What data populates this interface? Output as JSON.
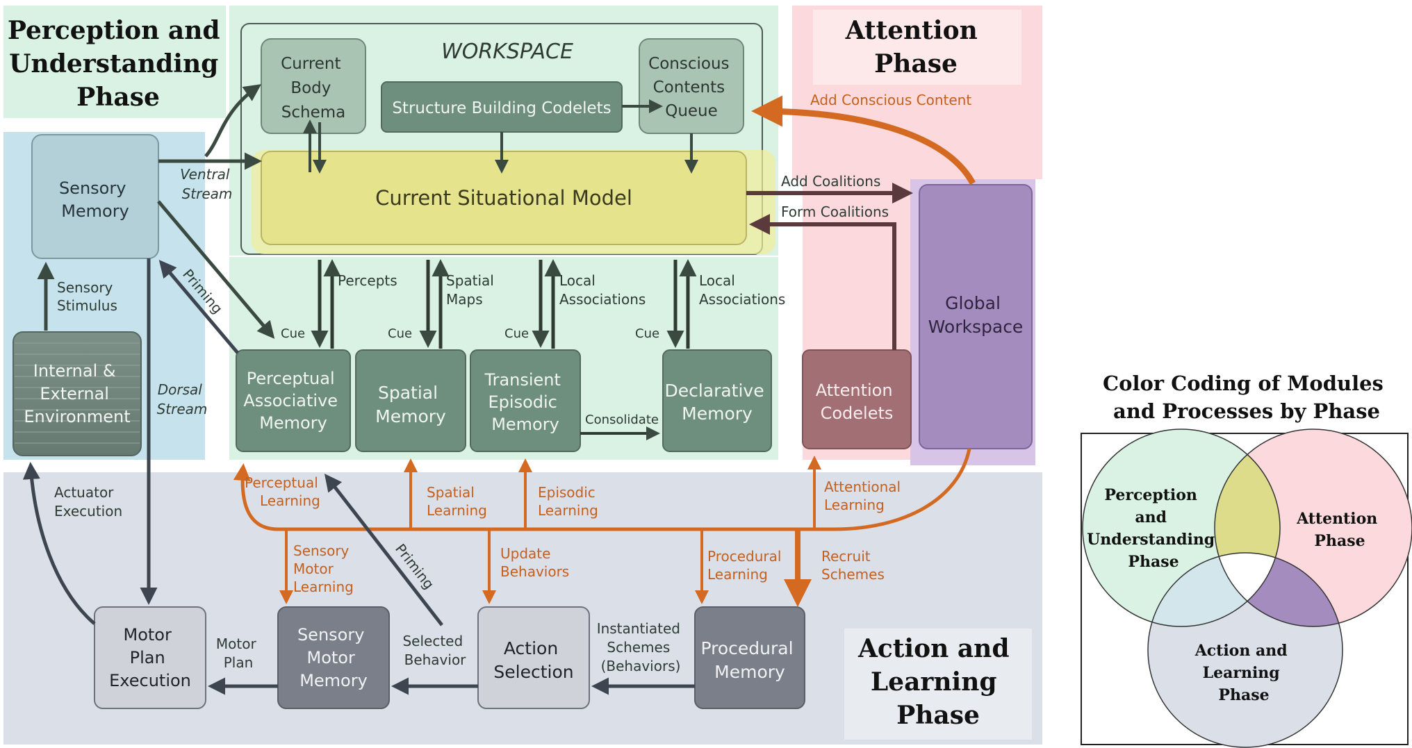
{
  "phases": {
    "perception": [
      "Perception and",
      "Understanding",
      "Phase"
    ],
    "attention": [
      "Attention",
      "Phase"
    ],
    "action": [
      "Action and",
      "Learning",
      "Phase"
    ]
  },
  "workspace": {
    "title": "WORKSPACE"
  },
  "modules": {
    "current_body_schema": [
      "Current",
      "Body",
      "Schema"
    ],
    "structure_building_codelets": [
      "Structure Building Codelets"
    ],
    "conscious_contents_queue": [
      "Conscious",
      "Contents",
      "Queue"
    ],
    "current_situational_model": [
      "Current Situational Model"
    ],
    "sensory_memory": [
      "Sensory",
      "Memory"
    ],
    "environment": [
      "Internal &",
      "External",
      "Environment"
    ],
    "perceptual_associative_memory": [
      "Perceptual",
      "Associative",
      "Memory"
    ],
    "spatial_memory": [
      "Spatial",
      "Memory"
    ],
    "transient_episodic_memory": [
      "Transient",
      "Episodic",
      "Memory"
    ],
    "declarative_memory": [
      "Declarative",
      "Memory"
    ],
    "attention_codelets": [
      "Attention",
      "Codelets"
    ],
    "global_workspace": [
      "Global",
      "Workspace"
    ],
    "motor_plan_execution": [
      "Motor",
      "Plan",
      "Execution"
    ],
    "sensory_motor_memory": [
      "Sensory",
      "Motor",
      "Memory"
    ],
    "action_selection": [
      "Action",
      "Selection"
    ],
    "procedural_memory": [
      "Procedural",
      "Memory"
    ]
  },
  "labels": {
    "ventral_stream": [
      "Ventral",
      "Stream"
    ],
    "dorsal_stream": [
      "Dorsal",
      "Stream"
    ],
    "sensory_stimulus": [
      "Sensory",
      "Stimulus"
    ],
    "priming_upper": "Priming",
    "priming_lower": "Priming",
    "cue_pam": "Cue",
    "cue_spatial": "Cue",
    "cue_tem": "Cue",
    "cue_decl": "Cue",
    "percepts": "Percepts",
    "spatial_maps": [
      "Spatial",
      "Maps"
    ],
    "local_assoc_1": [
      "Local",
      "Associations"
    ],
    "local_assoc_2": [
      "Local",
      "Associations"
    ],
    "consolidate": "Consolidate",
    "add_conscious_content": "Add Conscious Content",
    "add_coalitions": "Add Coalitions",
    "form_coalitions": "Form Coalitions",
    "actuator_execution": [
      "Actuator",
      "Execution"
    ],
    "perceptual_learning": [
      "Perceptual",
      "Learning"
    ],
    "spatial_learning": [
      "Spatial",
      "Learning"
    ],
    "episodic_learning": [
      "Episodic",
      "Learning"
    ],
    "attentional_learning": [
      "Attentional",
      "Learning"
    ],
    "sensory_motor_learning": [
      "Sensory",
      "Motor",
      "Learning"
    ],
    "update_behaviors": [
      "Update",
      "Behaviors"
    ],
    "procedural_learning": [
      "Procedural",
      "Learning"
    ],
    "recruit_schemes": [
      "Recruit",
      "Schemes"
    ],
    "motor_plan": [
      "Motor",
      "Plan"
    ],
    "selected_behavior": [
      "Selected",
      "Behavior"
    ],
    "instantiated_schemes": [
      "Instantiated",
      "Schemes",
      "(Behaviors)"
    ]
  },
  "legend": {
    "title": [
      "Color Coding of Modules",
      "and Processes by Phase"
    ],
    "perception": [
      "Perception",
      "and",
      "Understanding",
      "Phase"
    ],
    "attention": [
      "Attention",
      "Phase"
    ],
    "action": [
      "Action and",
      "Learning",
      "Phase"
    ]
  },
  "colors": {
    "perception_bg": "#d9f2e3",
    "attention_bg": "#fbd9dc",
    "action_bg": "#dadfe8",
    "sensory_bg": "#c6e2ec",
    "module_green": "#6f8f7e",
    "module_dark_green": "#5f7f6e",
    "module_light": "#a9c4b3",
    "csm_yellow": "#e6e38d",
    "attention_codelets": "#a26f74",
    "global_workspace": "#a48cbf",
    "action_grey": "#7b7f89",
    "action_light": "#cfd2d8",
    "orange_arrow": "#d46a22",
    "dark_arrow": "#3a4a40",
    "overlap_yellow": "#dcdc8a",
    "overlap_purple": "#a48cbf",
    "overlap_blue": "#d3e6ec"
  }
}
